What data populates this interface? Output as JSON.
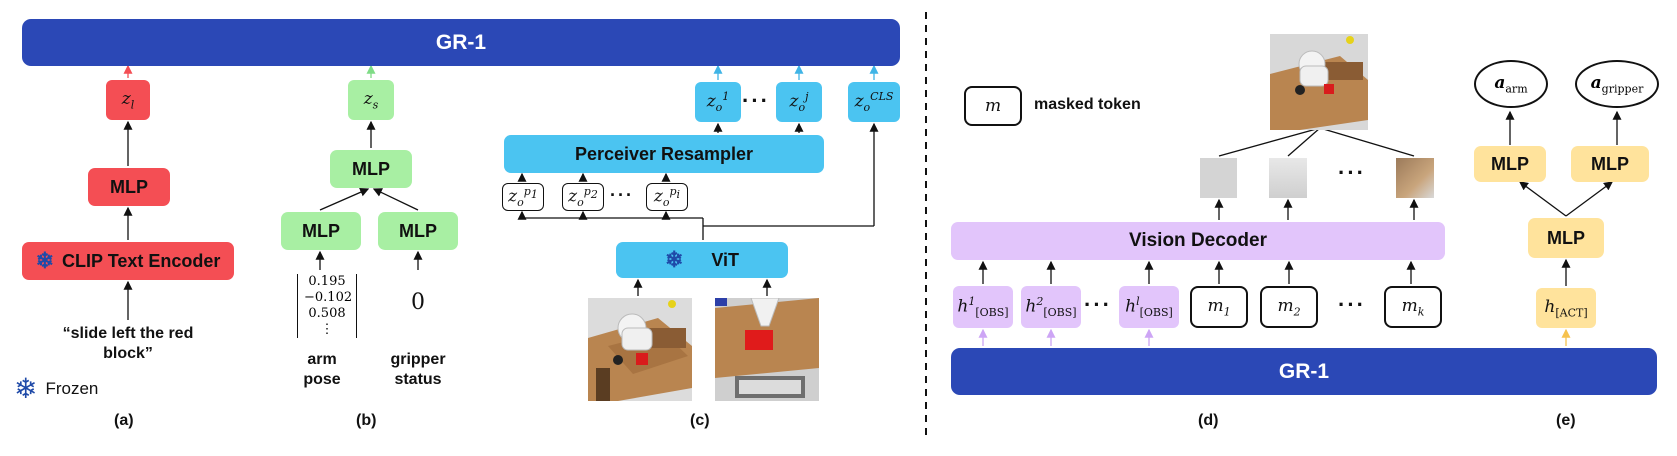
{
  "panels": {
    "top_bar_label": "GR-1",
    "bottom_bar_label": "GR-1",
    "a": {
      "caption": "(a)",
      "token": "z_l",
      "mlp": "MLP",
      "encoder": "CLIP Text Encoder",
      "instruction": "“slide left the red block”",
      "legend_frozen": "Frozen"
    },
    "b": {
      "caption": "(b)",
      "token": "z_s",
      "mlp_top": "MLP",
      "mlp_left": "MLP",
      "mlp_right": "MLP",
      "arm_pose_values": [
        "0.195",
        "−0.102",
        "0.508",
        "⋮"
      ],
      "gripper_value": "0",
      "arm_pose_label": "arm pose",
      "gripper_label": "gripper status"
    },
    "c": {
      "caption": "(c)",
      "resampler": "Perceiver Resampler",
      "vit": "ViT",
      "ellipsis": "···"
    },
    "d": {
      "caption": "(d)",
      "masked_token_symbol": "m",
      "masked_token_label": "masked token",
      "decoder": "Vision Decoder",
      "ellipsis": "···"
    },
    "e": {
      "caption": "(e)",
      "mlp_left": "MLP",
      "mlp_right": "MLP",
      "mlp_bottom": "MLP"
    }
  },
  "colors": {
    "bar": "#2b48b6",
    "red": "#f44e54",
    "green": "#a8efa3",
    "blue": "#4bc4f1",
    "purple": "#e2c5fb",
    "yellow": "#ffe39c"
  }
}
